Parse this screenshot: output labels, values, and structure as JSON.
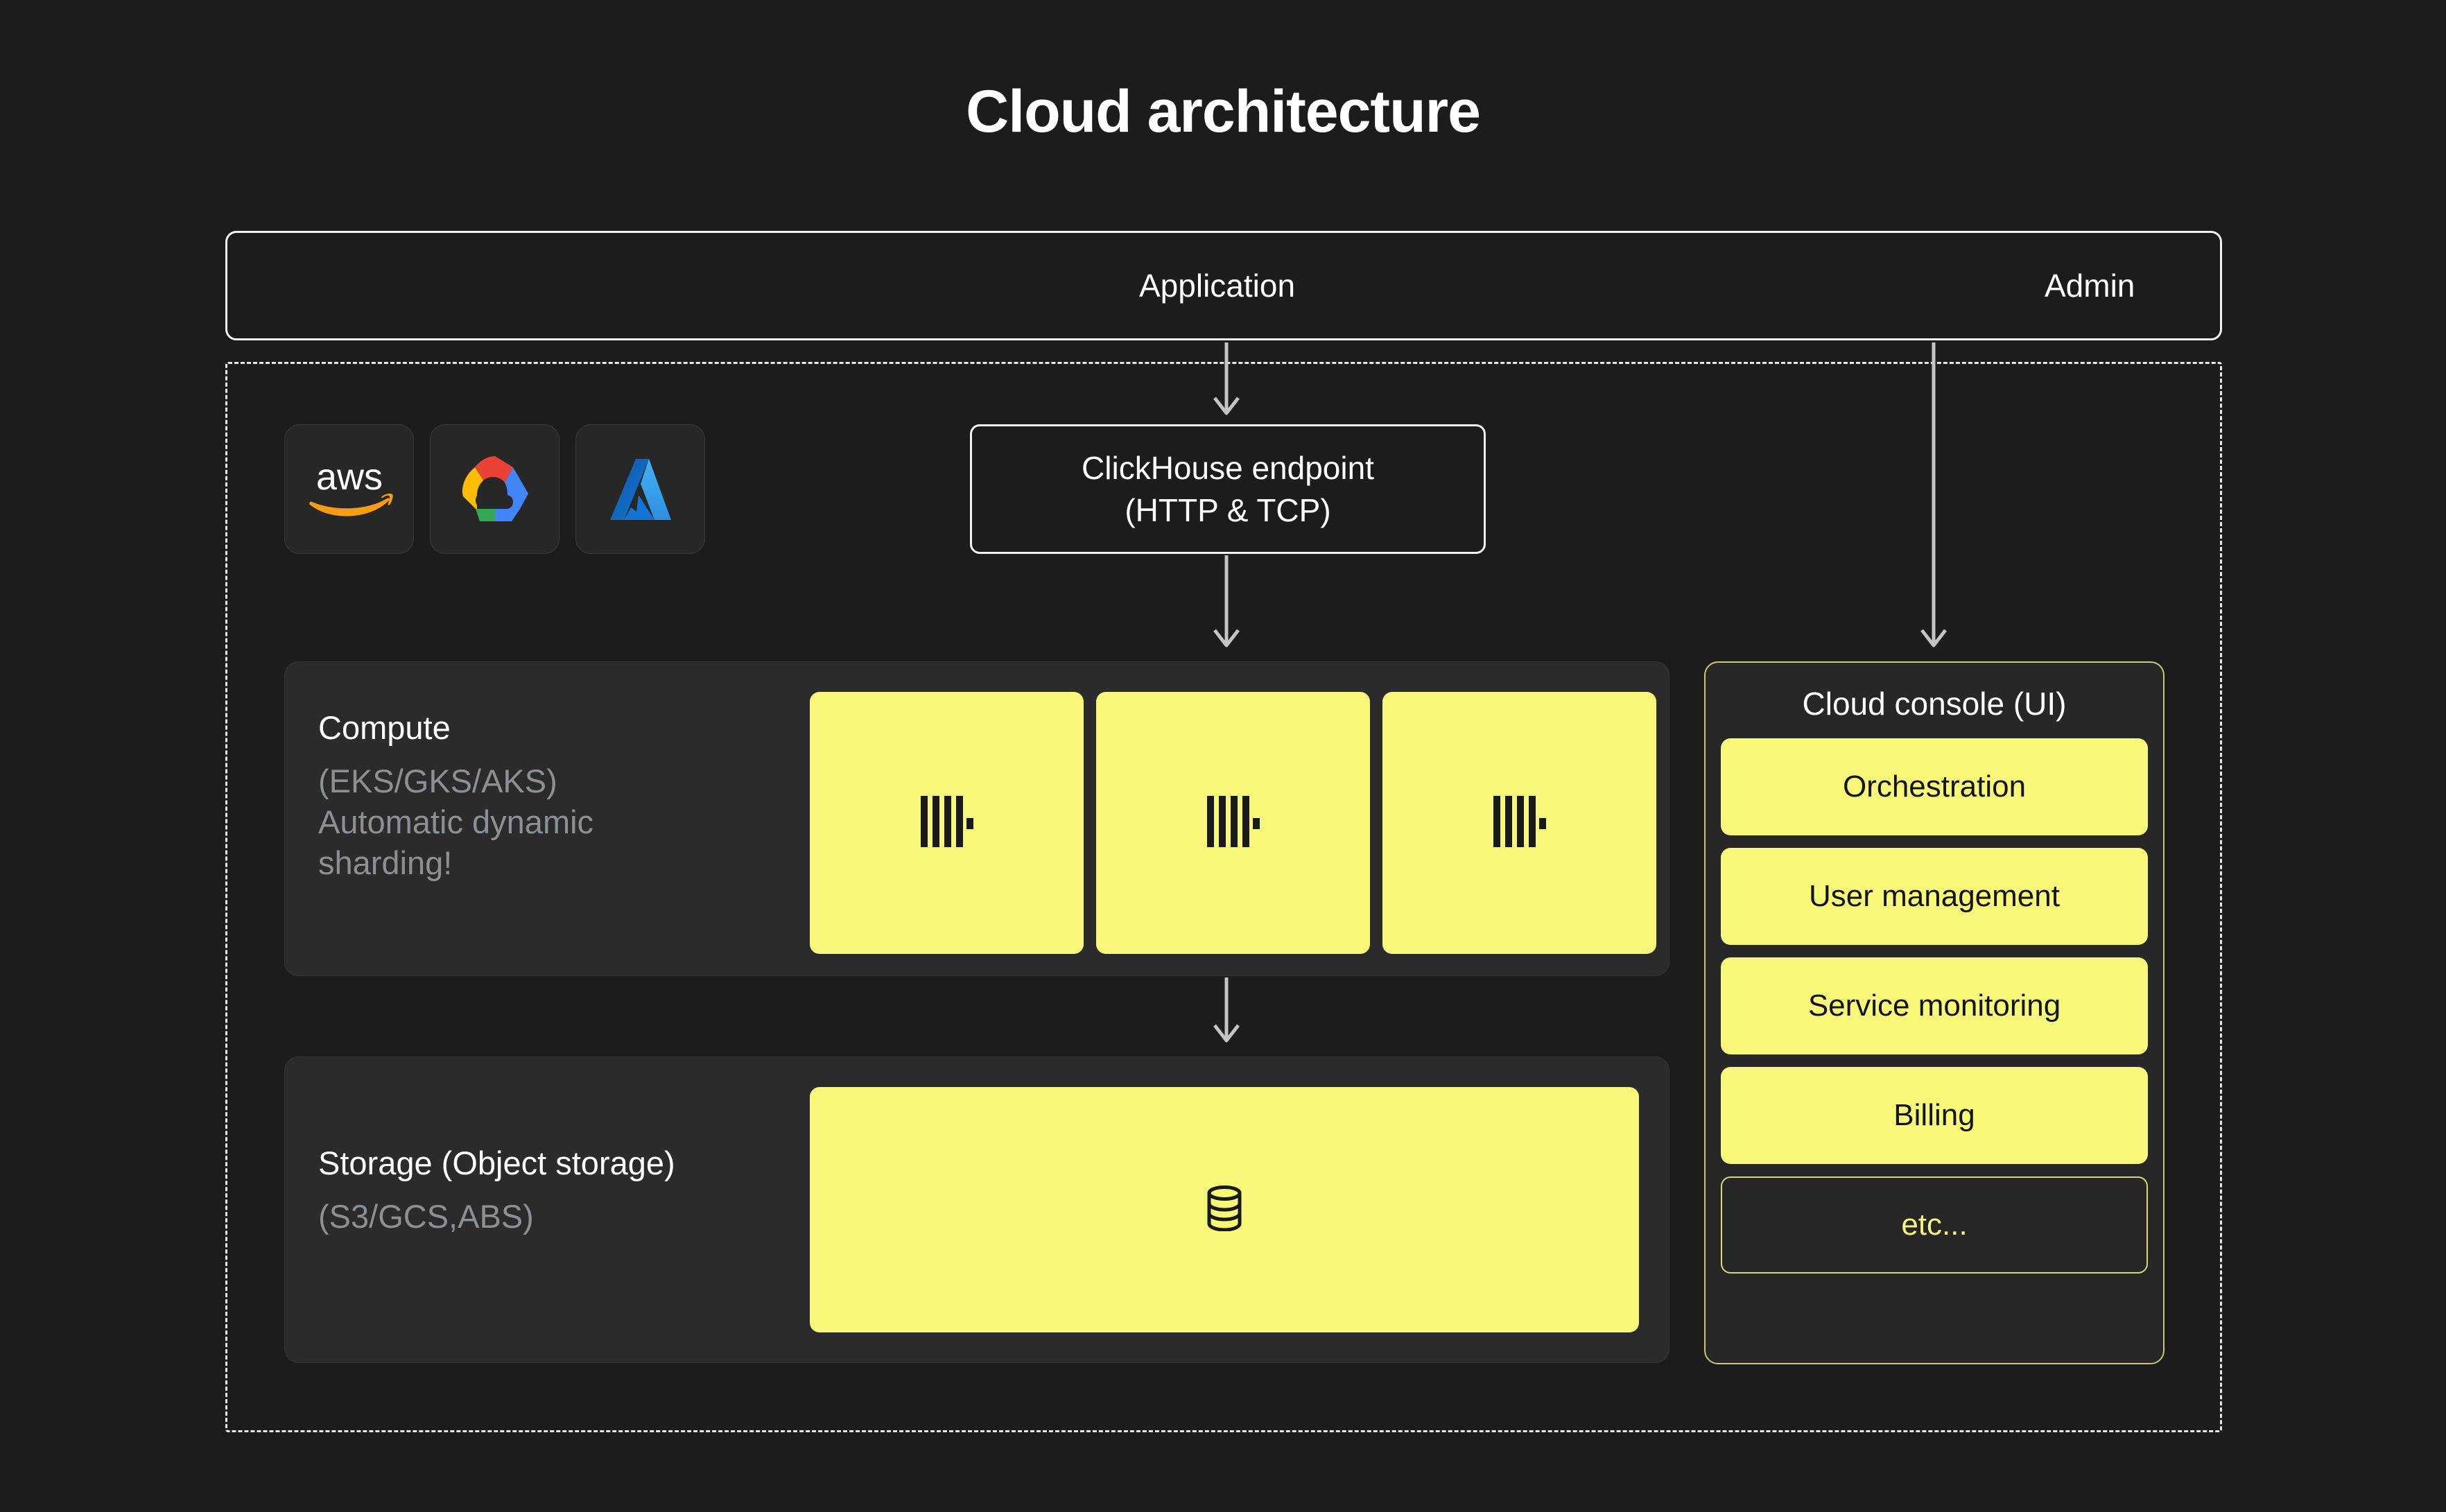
{
  "page": {
    "title": "Cloud architecture",
    "background_color": "#1c1c1c",
    "accent_color": "#f7f779",
    "text_color": "#ffffff",
    "muted_text_color": "#8b9095"
  },
  "consumers": {
    "application_label": "Application",
    "admin_label": "Admin"
  },
  "endpoint": {
    "line1": "ClickHouse endpoint",
    "line2": "(HTTP & TCP)"
  },
  "providers": [
    {
      "name": "aws",
      "icon": "aws-logo-icon",
      "wordmark": "aws"
    },
    {
      "name": "google-cloud",
      "icon": "google-cloud-logo-icon"
    },
    {
      "name": "azure",
      "icon": "azure-logo-icon"
    }
  ],
  "compute": {
    "title": "Compute",
    "subtitle": "(EKS/GKS/AKS)\nAutomatic dynamic sharding!",
    "nodes": [
      {
        "icon": "clickhouse-logo-icon"
      },
      {
        "icon": "clickhouse-logo-icon"
      },
      {
        "icon": "clickhouse-logo-icon"
      }
    ]
  },
  "storage": {
    "title": "Storage (Object storage)",
    "subtitle": "(S3/GCS,ABS)",
    "icon": "database-cylinder-icon"
  },
  "console": {
    "title": "Cloud console (UI)",
    "items": [
      {
        "label": "Orchestration",
        "style": "filled"
      },
      {
        "label": "User management",
        "style": "filled"
      },
      {
        "label": "Service monitoring",
        "style": "filled"
      },
      {
        "label": "Billing",
        "style": "filled"
      },
      {
        "label": "etc...",
        "style": "outline"
      }
    ]
  }
}
